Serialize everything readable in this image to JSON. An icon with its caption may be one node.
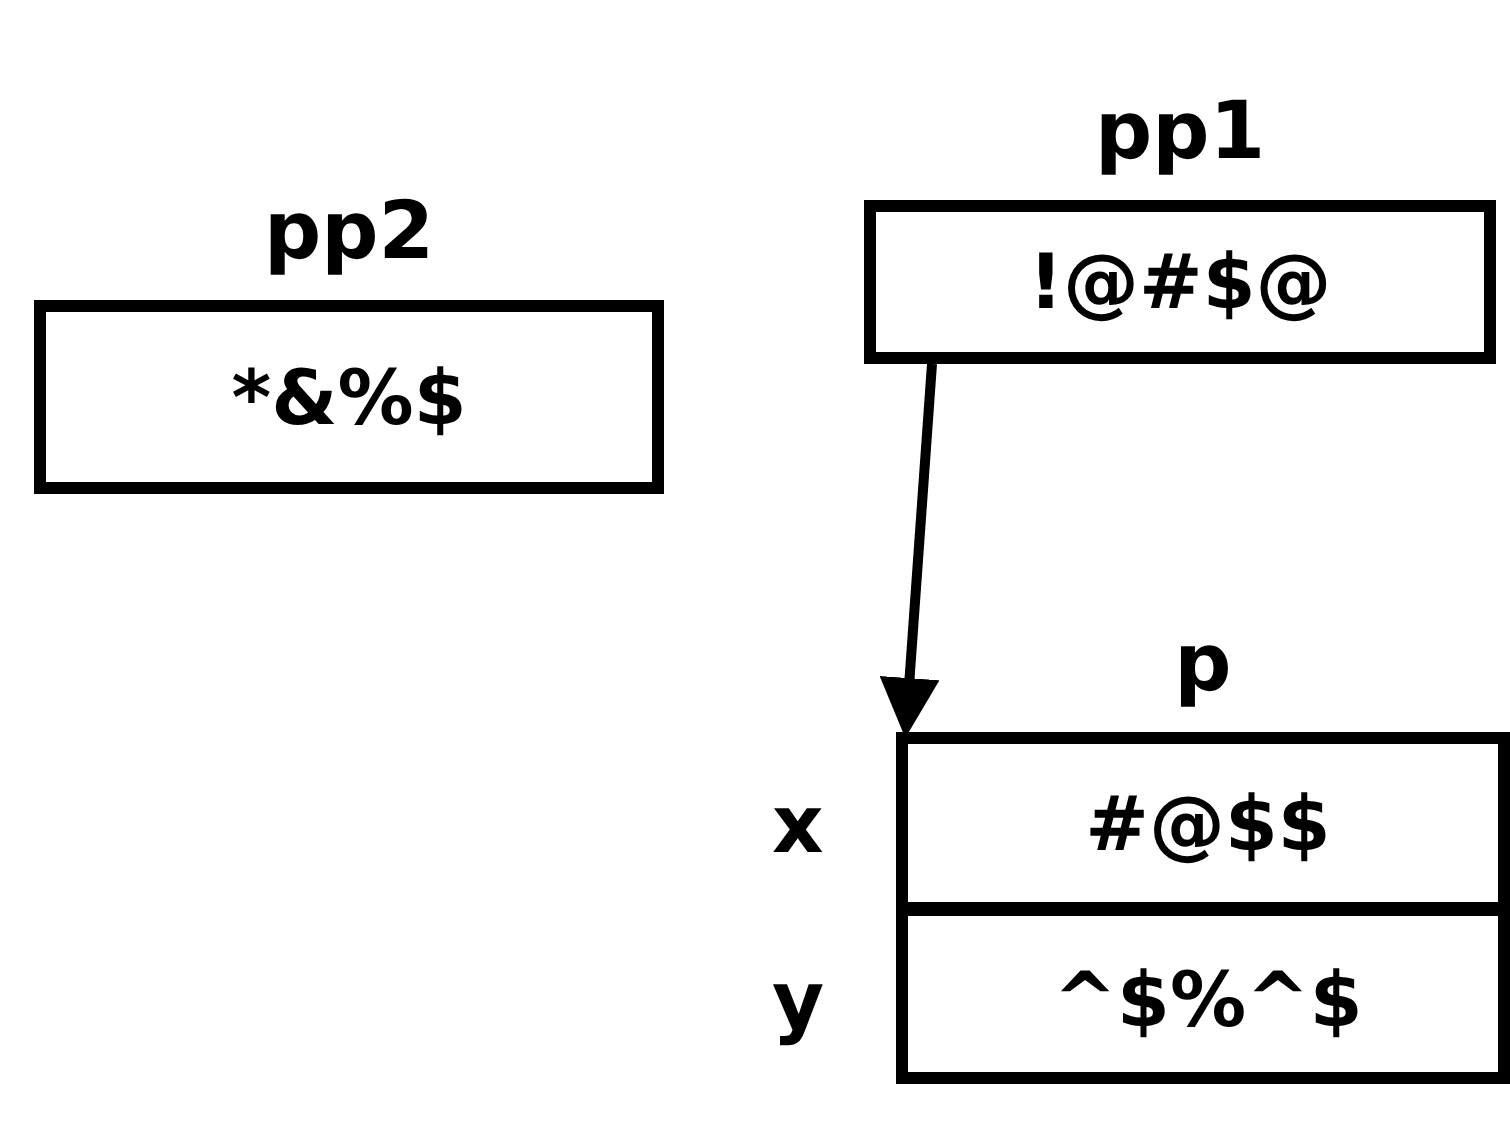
{
  "diagram": {
    "nodes": [
      {
        "text": [
          "pp2",
          "*&%$"
        ]
      },
      {
        "text": [
          "pp1",
          "!@#$@"
        ]
      },
      {
        "text": [
          "p"
        ]
      },
      {
        "text": [
          "#@$$"
        ],
        "in": 2
      },
      {
        "text": [
          "^$%^$"
        ],
        "in": 2
      }
    ],
    "labels": [
      "x",
      "y"
    ],
    "edges": [
      {
        "from": 1,
        "to": 2,
        "arrow": "to"
      }
    ]
  }
}
